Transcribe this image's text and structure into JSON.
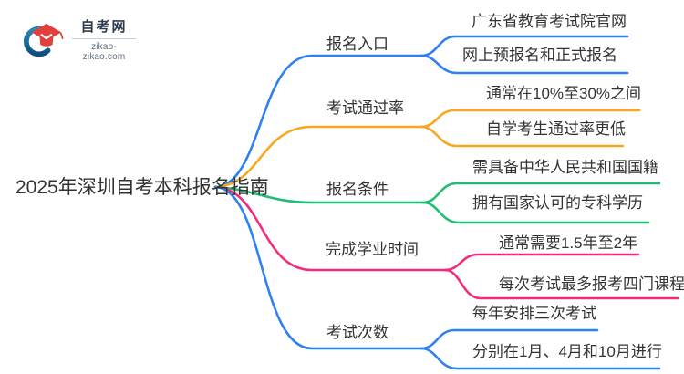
{
  "logo": {
    "name": "自考网",
    "domain": "zikao-zikao.com"
  },
  "root": {
    "title": "2025年深圳自考本科报名指南"
  },
  "branches": [
    {
      "label": "报名入口",
      "color": "#2f80f0",
      "children": [
        "广东省教育考试院官网",
        "网上预报名和正式报名"
      ]
    },
    {
      "label": "考试通过率",
      "color": "#f8a81f",
      "children": [
        "通常在10%至30%之间",
        "自学考生通过率更低"
      ]
    },
    {
      "label": "报名条件",
      "color": "#1ebe73",
      "children": [
        "需具备中华人民共和国国籍",
        "拥有国家认可的专科学历"
      ]
    },
    {
      "label": "完成学业时间",
      "color": "#f22d7d",
      "children": [
        "通常需要1.5年至2年",
        "每次考试最多报考四门课程"
      ]
    },
    {
      "label": "考试次数",
      "color": "#2f80f0",
      "children": [
        "每年安排三次考试",
        "分别在1月、4月和10月进行"
      ]
    }
  ],
  "palette": {
    "branch_blue": "#2f80f0",
    "branch_orange": "#f8a81f",
    "branch_green": "#1ebe73",
    "branch_pink": "#f22d7d",
    "text": "#333333",
    "logo_blue": "#1e6fa5",
    "logo_red": "#e2403c"
  }
}
